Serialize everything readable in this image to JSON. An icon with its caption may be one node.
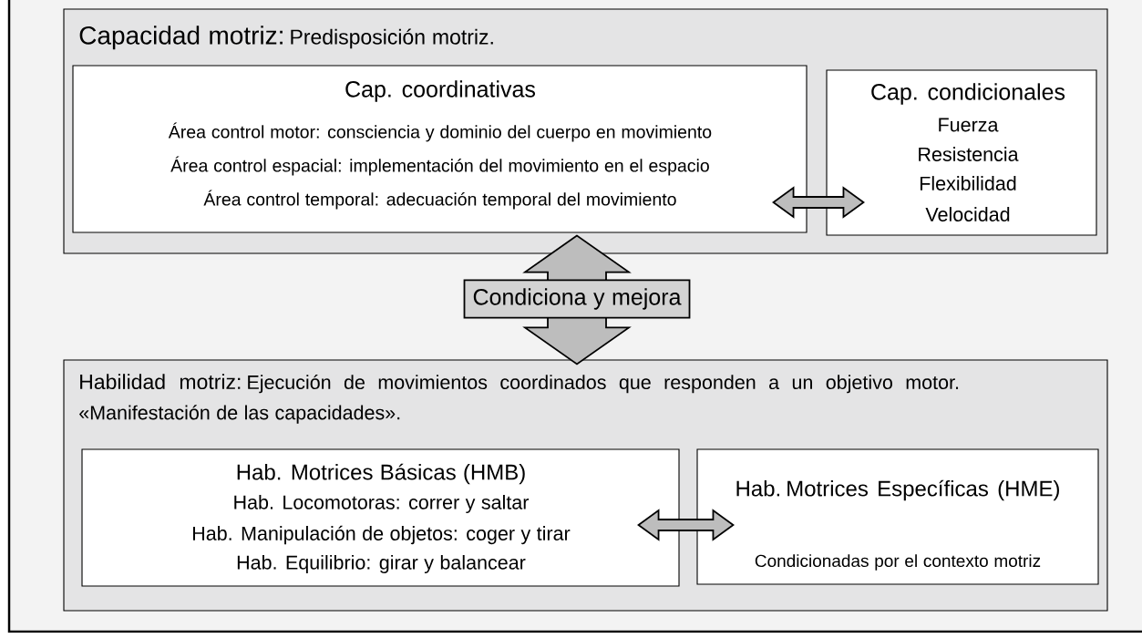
{
  "diagram": {
    "nodes": [
      {
        "text": [
          "Capacidad motriz:",
          "Predisposición motriz."
        ]
      },
      {
        "text": [
          "Cap. coordinativas",
          "Área control motor: consciencia y dominio del cuerpo en movimiento",
          "Área control espacial: implementación del movimiento en el espacio",
          "Área control temporal: adecuación temporal del movimiento"
        ],
        "in": 0
      },
      {
        "text": [
          "Cap. condicionales",
          "Fuerza",
          "Resistencia",
          "Flexibilidad",
          "Velocidad"
        ],
        "in": 0
      },
      {
        "text": [
          "Habilidad motriz:",
          "Ejecución de movimientos coordinados  que responden a un objetivo motor.  «Manifestación de las capacidades»."
        ]
      },
      {
        "text": [
          "Hab. Motrices Básicas (HMB)",
          "Hab. Locomotoras: correr y saltar",
          "Hab. Manipulación de objetos: coger y tirar",
          "Hab. Equilibrio: girar y balancear"
        ],
        "in": 3
      },
      {
        "text": [
          "Hab. Motrices Específicas (HME)",
          "Condicionadas por el contexto motriz"
        ],
        "in": 3
      }
    ],
    "edges": [
      {
        "from": 1,
        "to": 2,
        "arrow": "both"
      },
      {
        "from": 4,
        "to": 5,
        "arrow": "both"
      },
      {
        "from": 0,
        "to": 3,
        "arrow": "both",
        "label": "Condiciona y mejora"
      }
    ]
  }
}
